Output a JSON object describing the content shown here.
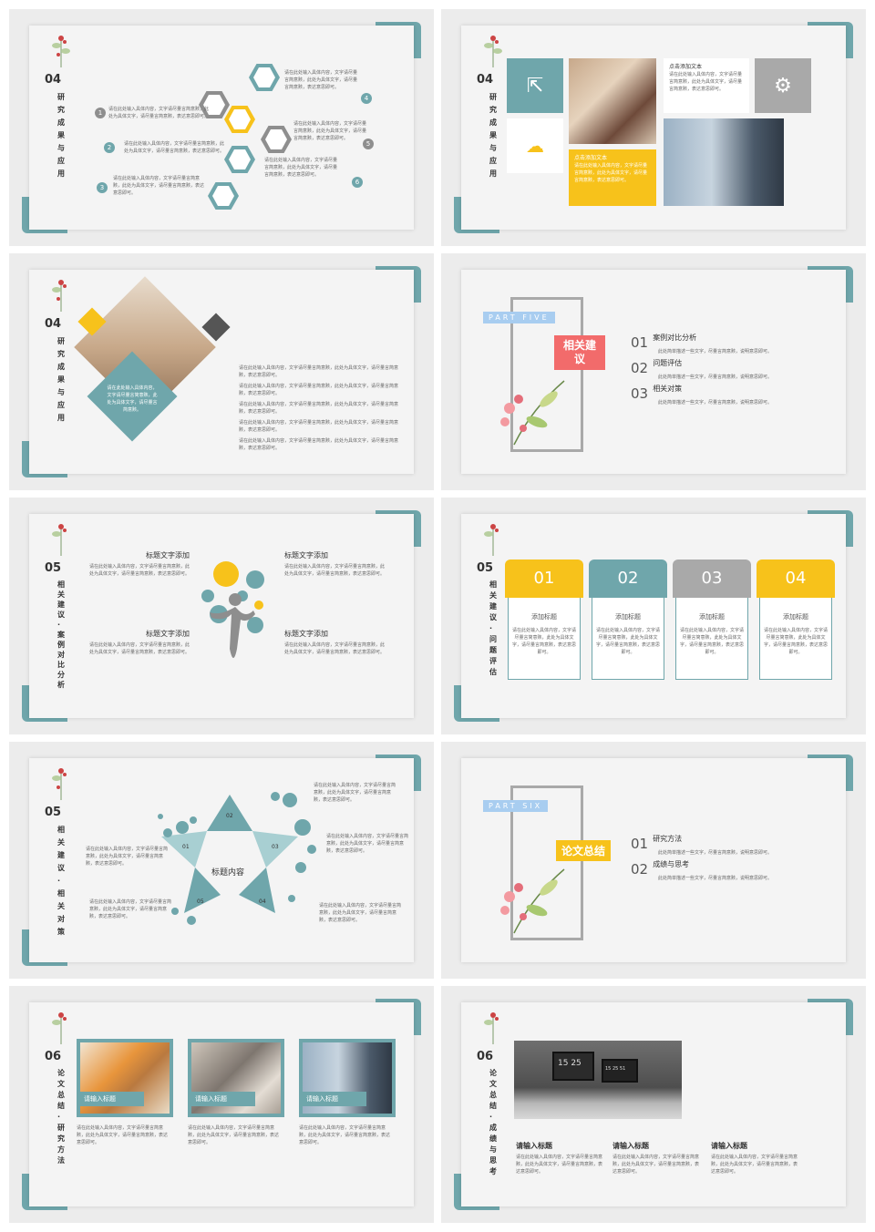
{
  "slides": {
    "s1": {
      "num": "04",
      "title": "研究成果与应用",
      "items": [
        {
          "n": "1",
          "text": "请在此处输入具体内容，文字请尽量言简意赅，此处为具体文字，请尽量言简意赅，表达意思即可。"
        },
        {
          "n": "2",
          "text": "请在此处输入具体内容，文字请尽量言简意赅，此处为具体文字，请尽量言简意赅，表达意思即可。"
        },
        {
          "n": "3",
          "text": "请在此处输入具体内容，文字请尽量言简意赅，此处为具体文字，请尽量言简意赅，表达意思即可。"
        },
        {
          "n": "4",
          "text": "请在此处输入具体内容，文字请尽量言简意赅，此处为具体文字，请尽量言简意赅，表达意思即可。"
        },
        {
          "n": "5",
          "text": "请在此处输入具体内容，文字请尽量言简意赅，此处为具体文字，请尽量言简意赅，表达意思即可。"
        },
        {
          "n": "6",
          "text": "请在此处输入具体内容，文字请尽量言简意赅，此处为具体文字，请尽量言简意赅，表达意思即可。"
        }
      ]
    },
    "s2": {
      "num": "04",
      "title": "研究成果与应用",
      "top_title": "点击添加文本",
      "top_text": "请在此处输入具体内容，文字请尽量言简意赅，此处为具体文字，请尽量言简意赅，表达意思即可。",
      "yellow_title": "点击添加文本",
      "yellow_text": "请在此处输入具体内容，文字请尽量言简意赅，此处为具体文字，请尽量言简意赅，表达意思即可。"
    },
    "s3": {
      "num": "04",
      "title": "研究成果与应用",
      "diamond_text": "请在此处输入具体内容，文字请尽量言简意赅，此处为具体文字，请尽量言简意赅。",
      "bullets": [
        "请在此处输入具体内容，文字请尽量言简意赅，此处为具体文字，请尽量言简意赅，表达意思即可。",
        "请在此处输入具体内容，文字请尽量言简意赅，此处为具体文字，请尽量言简意赅，表达意思即可。",
        "请在此处输入具体内容，文字请尽量言简意赅，此处为具体文字，请尽量言简意赅，表达意思即可。",
        "请在此处输入具体内容，文字请尽量言简意赅，此处为具体文字，请尽量言简意赅，表达意思即可。",
        "请在此处输入具体内容，文字请尽量言简意赅，此处为具体文字，请尽量言简意赅，表达意思即可。"
      ]
    },
    "s4": {
      "part": "PART FIVE",
      "title": "相关建议",
      "items": [
        {
          "n": "01",
          "title": "案例对比分析",
          "text": "此处简单描述一些文字，尽量言简意赅，说明意思即可。"
        },
        {
          "n": "02",
          "title": "问题评估",
          "text": "此处简单描述一些文字，尽量言简意赅，说明意思即可。"
        },
        {
          "n": "03",
          "title": "相关对策",
          "text": "此处简单描述一些文字，尽量言简意赅，说明意思即可。"
        }
      ]
    },
    "s5": {
      "num": "05",
      "title": "相关建议·案例对比分析",
      "blocks": [
        {
          "title": "标题文字添加",
          "text": "请在此处输入具体内容，文字请尽量言简意赅，此处为具体文字，请尽量言简意赅，表达意思即可。"
        },
        {
          "title": "标题文字添加",
          "text": "请在此处输入具体内容，文字请尽量言简意赅，此处为具体文字，请尽量言简意赅，表达意思即可。"
        },
        {
          "title": "标题文字添加",
          "text": "请在此处输入具体内容，文字请尽量言简意赅，此处为具体文字，请尽量言简意赅，表达意思即可。"
        },
        {
          "title": "标题文字添加",
          "text": "请在此处输入具体内容，文字请尽量言简意赅，此处为具体文字，请尽量言简意赅，表达意思即可。"
        }
      ]
    },
    "s6": {
      "num": "05",
      "title": "相关建议·问题评估",
      "cards": [
        {
          "n": "01",
          "title": "添加标题",
          "text": "请在此处输入具体内容，文字请尽量言简意赅，此处为具体文字，请尽量言简意赅，表达意思即可。",
          "color": "#f7c21b"
        },
        {
          "n": "02",
          "title": "添加标题",
          "text": "请在此处输入具体内容，文字请尽量言简意赅，此处为具体文字，请尽量言简意赅，表达意思即可。",
          "color": "#6fa6ab"
        },
        {
          "n": "03",
          "title": "添加标题",
          "text": "请在此处输入具体内容，文字请尽量言简意赅，此处为具体文字，请尽量言简意赅，表达意思即可。",
          "color": "#a9a9a9"
        },
        {
          "n": "04",
          "title": "添加标题",
          "text": "请在此处输入具体内容，文字请尽量言简意赅，此处为具体文字，请尽量言简意赅，表达意思即可。",
          "color": "#f7c21b"
        }
      ]
    },
    "s7": {
      "num": "05",
      "title": "相关建议·相关对策",
      "center": "标题内容",
      "labels": [
        "01",
        "02",
        "03",
        "04",
        "05"
      ],
      "texts": [
        "请在此处输入具体内容，文字请尽量言简意赅，此处为具体文字，请尽量言简意赅，表达意思即可。",
        "请在此处输入具体内容，文字请尽量言简意赅，此处为具体文字，请尽量言简意赅，表达意思即可。",
        "请在此处输入具体内容，文字请尽量言简意赅，此处为具体文字，请尽量言简意赅，表达意思即可。",
        "请在此处输入具体内容，文字请尽量言简意赅，此处为具体文字，请尽量言简意赅，表达意思即可。",
        "请在此处输入具体内容，文字请尽量言简意赅，此处为具体文字，请尽量言简意赅，表达意思即可。"
      ]
    },
    "s8": {
      "part": "PART SIX",
      "title": "论文总结",
      "items": [
        {
          "n": "01",
          "title": "研究方法",
          "text": "此处简单描述一些文字，尽量言简意赅，说明意思即可。"
        },
        {
          "n": "02",
          "title": "成绩与思考",
          "text": "此处简单描述一些文字，尽量言简意赅，说明意思即可。"
        }
      ]
    },
    "s9": {
      "num": "06",
      "title": "论文总结·研究方法",
      "cards": [
        {
          "label": "请输入标题",
          "text": "请在此处输入具体内容，文字请尽量言简意赅，此处为具体文字，请尽量言简意赅，表达意思即可。"
        },
        {
          "label": "请输入标题",
          "text": "请在此处输入具体内容，文字请尽量言简意赅，此处为具体文字，请尽量言简意赅，表达意思即可。"
        },
        {
          "label": "请输入标题",
          "text": "请在此处输入具体内容，文字请尽量言简意赅，此处为具体文字，请尽量言简意赅，表达意思即可。"
        }
      ]
    },
    "s10": {
      "num": "06",
      "title": "论文总结·成绩与思考",
      "clock1": "15 25",
      "clock2": "15 25 51",
      "cols": [
        {
          "title": "请输入标题",
          "text": "请在此处输入具体内容，文字请尽量言简意赅，此处为具体文字，请尽量言简意赅，表达意思即可。"
        },
        {
          "title": "请输入标题",
          "text": "请在此处输入具体内容，文字请尽量言简意赅，此处为具体文字，请尽量言简意赅，表达意思即可。"
        },
        {
          "title": "请输入标题",
          "text": "请在此处输入具体内容，文字请尽量言简意赅，此处为具体文字，请尽量言简意赅，表达意思即可。"
        }
      ]
    }
  },
  "colors": {
    "teal": "#6fa6ab",
    "yellow": "#f7c21b",
    "gray": "#a9a9a9",
    "coral": "#f26b6b",
    "lightblue": "#a8cdf0"
  }
}
